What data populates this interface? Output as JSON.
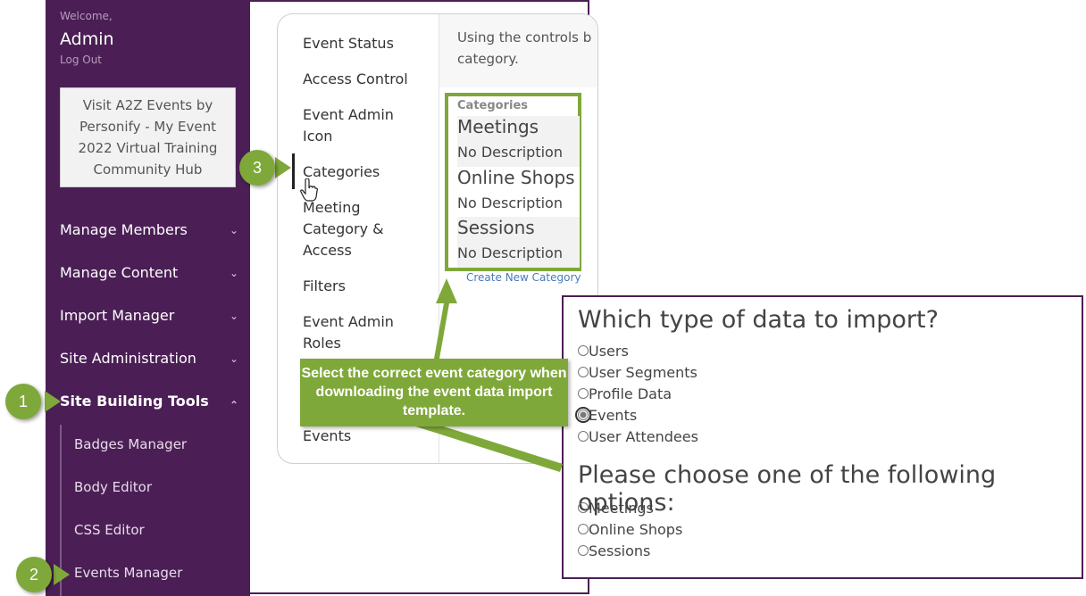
{
  "sidebar": {
    "welcome": "Welcome,",
    "user": "Admin",
    "logout": "Log Out",
    "hub_link": "Visit A2Z Events by Personify - My Event 2022 Virtual Training Community Hub",
    "nav": [
      {
        "label": "Manage Members",
        "chevron": "chevron-down"
      },
      {
        "label": "Manage Content",
        "chevron": "chevron-down"
      },
      {
        "label": "Import Manager",
        "chevron": "chevron-down"
      },
      {
        "label": "Site Administration",
        "chevron": "chevron-down"
      },
      {
        "label": "Site Building Tools",
        "chevron": "chevron-up"
      }
    ],
    "sub_items": [
      "Badges Manager",
      "Body Editor",
      "CSS Editor",
      "Events Manager"
    ]
  },
  "panel": {
    "menu": [
      "Event Status",
      "Access Control",
      "Event Admin Icon",
      "Categories",
      "Meeting Category & Access",
      "Filters",
      "Event Admin Roles",
      "Events"
    ],
    "active": "Categories",
    "intro": [
      "Using the controls b",
      "category."
    ],
    "categories_header": "Categories",
    "categories": [
      {
        "name": "Meetings",
        "desc": "No Description"
      },
      {
        "name": "Online Shops",
        "desc": "No Description"
      },
      {
        "name": "Sessions",
        "desc": "No Description"
      }
    ],
    "create_link": "Create New Category"
  },
  "import": {
    "question1": "Which type of data to import?",
    "options1": [
      "Users",
      "User Segments",
      "Profile Data",
      "Events",
      "User Attendees"
    ],
    "selected1": "Events",
    "question2": "Please choose one of the following options:",
    "options2": [
      "Meetings",
      "Online Shops",
      "Sessions"
    ]
  },
  "callouts": {
    "step1": "1",
    "step2": "2",
    "step3": "3",
    "tip": "Select the correct event category when downloading the event data import template."
  },
  "colors": {
    "sidebar": "#4b1f55",
    "accent_green": "#7fa83a"
  }
}
